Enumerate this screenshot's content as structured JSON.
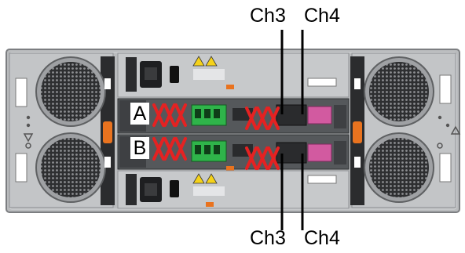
{
  "labels": {
    "top_ch3": "Ch3",
    "top_ch4": "Ch4",
    "bottom_ch3": "Ch3",
    "bottom_ch4": "Ch4",
    "controller_a": "A",
    "controller_b": "B"
  },
  "colors": {
    "chassis": "#b9bbbd",
    "chassis_dark": "#6f7173",
    "fan_grille": "#2e2f31",
    "controller_body": "#55585b",
    "psu_body": "#c7c9cb",
    "warning_yellow": "#f5d21a",
    "port_green": "#2fb44a",
    "port_pink": "#d25aa0",
    "tab_orange": "#e9731f",
    "x_mark": "#e52222",
    "cable": "#000000"
  },
  "icons": [
    "fan-grille-icon",
    "power-inlet-icon",
    "power-switch-icon",
    "warning-triangle-icon",
    "x-mark-icon"
  ]
}
